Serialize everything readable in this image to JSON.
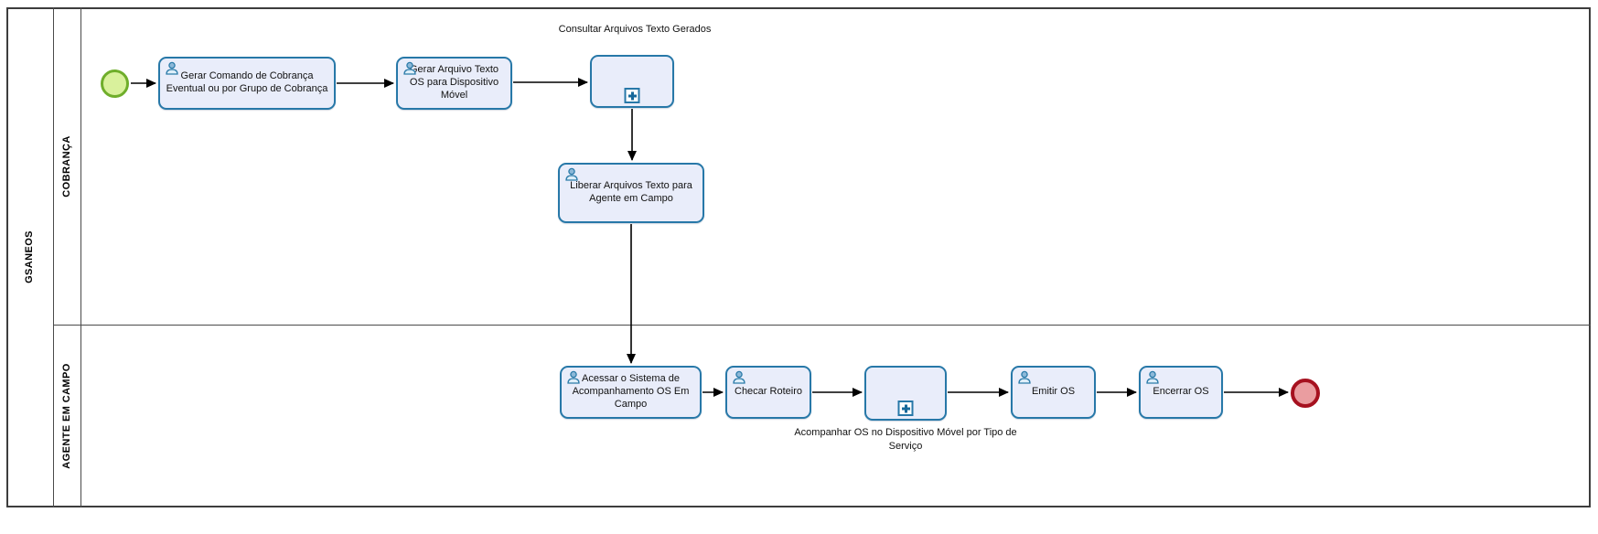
{
  "pool": {
    "label": "GSANEOS"
  },
  "lanes": [
    {
      "label": "COBRANÇA"
    },
    {
      "label": "AGENTE EM CAMPO"
    }
  ],
  "tasks": {
    "gerar_comando": "Gerar Comando de Cobrança Eventual ou por Grupo de Cobrança",
    "gerar_arquivo": "Gerar Arquivo Texto OS para Dispositivo Móvel",
    "liberar": "Liberar Arquivos Texto para Agente em Campo",
    "acessar": "Acessar o Sistema de Acompanhamento OS Em Campo",
    "checar": "Checar Roteiro",
    "emitir": "Emitir OS",
    "encerrar": "Encerrar OS"
  },
  "subprocess_labels": {
    "consultar": "Consultar Arquivos Texto Gerados",
    "acompanhar": "Acompanhar OS no Dispositivo Móvel por Tipo de Serviço"
  },
  "events": {
    "start": "start-event",
    "end": "end-event"
  },
  "icons": {
    "user_task": "user-icon",
    "subprocess_expand": "plus-icon"
  },
  "colors": {
    "task_border": "#2778a8",
    "task_fill": "#e9edfa",
    "start_border": "#6fae2b",
    "start_fill": "#d9f19c",
    "end_border": "#a6111f",
    "end_fill": "#ea9da0",
    "flow": "#000000",
    "frame": "#3d3d3d"
  }
}
